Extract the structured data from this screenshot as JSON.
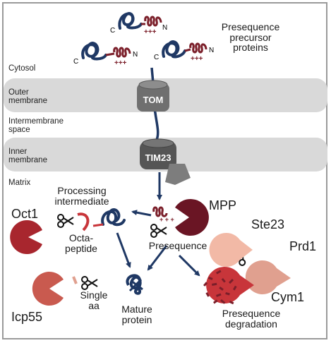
{
  "regions": {
    "cytosol": "Cytosol",
    "outer_membrane": "Outer\nmembrane",
    "intermembrane_space": "Intermembrane\nspace",
    "inner_membrane": "Inner\nmembrane",
    "matrix": "Matrix"
  },
  "complexes": {
    "tom": "TOM",
    "tim23": "TIM23"
  },
  "labels": {
    "presequence_precursor": "Presequence\nprecursor\nproteins",
    "processing_intermediate": "Processing\nintermediate",
    "mpp": "MPP",
    "oct1": "Oct1",
    "octapeptide": "Octa-\npeptide",
    "presequence": "Presequence",
    "ste23": "Ste23",
    "prd1": "Prd1",
    "cym1": "Cym1",
    "icp55": "Icp55",
    "single_aa": "Single\naa",
    "mature_protein": "Mature\nprotein",
    "presequence_degradation": "Presequence\ndegradation",
    "c_terminus": "C",
    "n_terminus": "N",
    "charges": "+++"
  },
  "colors": {
    "navy": "#1f3864",
    "presequence": "#7b1f2a",
    "membrane": "#d9d9d9",
    "channel": "#6f6f6f",
    "oct1": "#a8262e",
    "mpp": "#6a1524",
    "ste23": "#f2b9a6",
    "prd1": "#e0a08f",
    "cym1": "#c8353a",
    "icp55": "#c95a4f"
  }
}
